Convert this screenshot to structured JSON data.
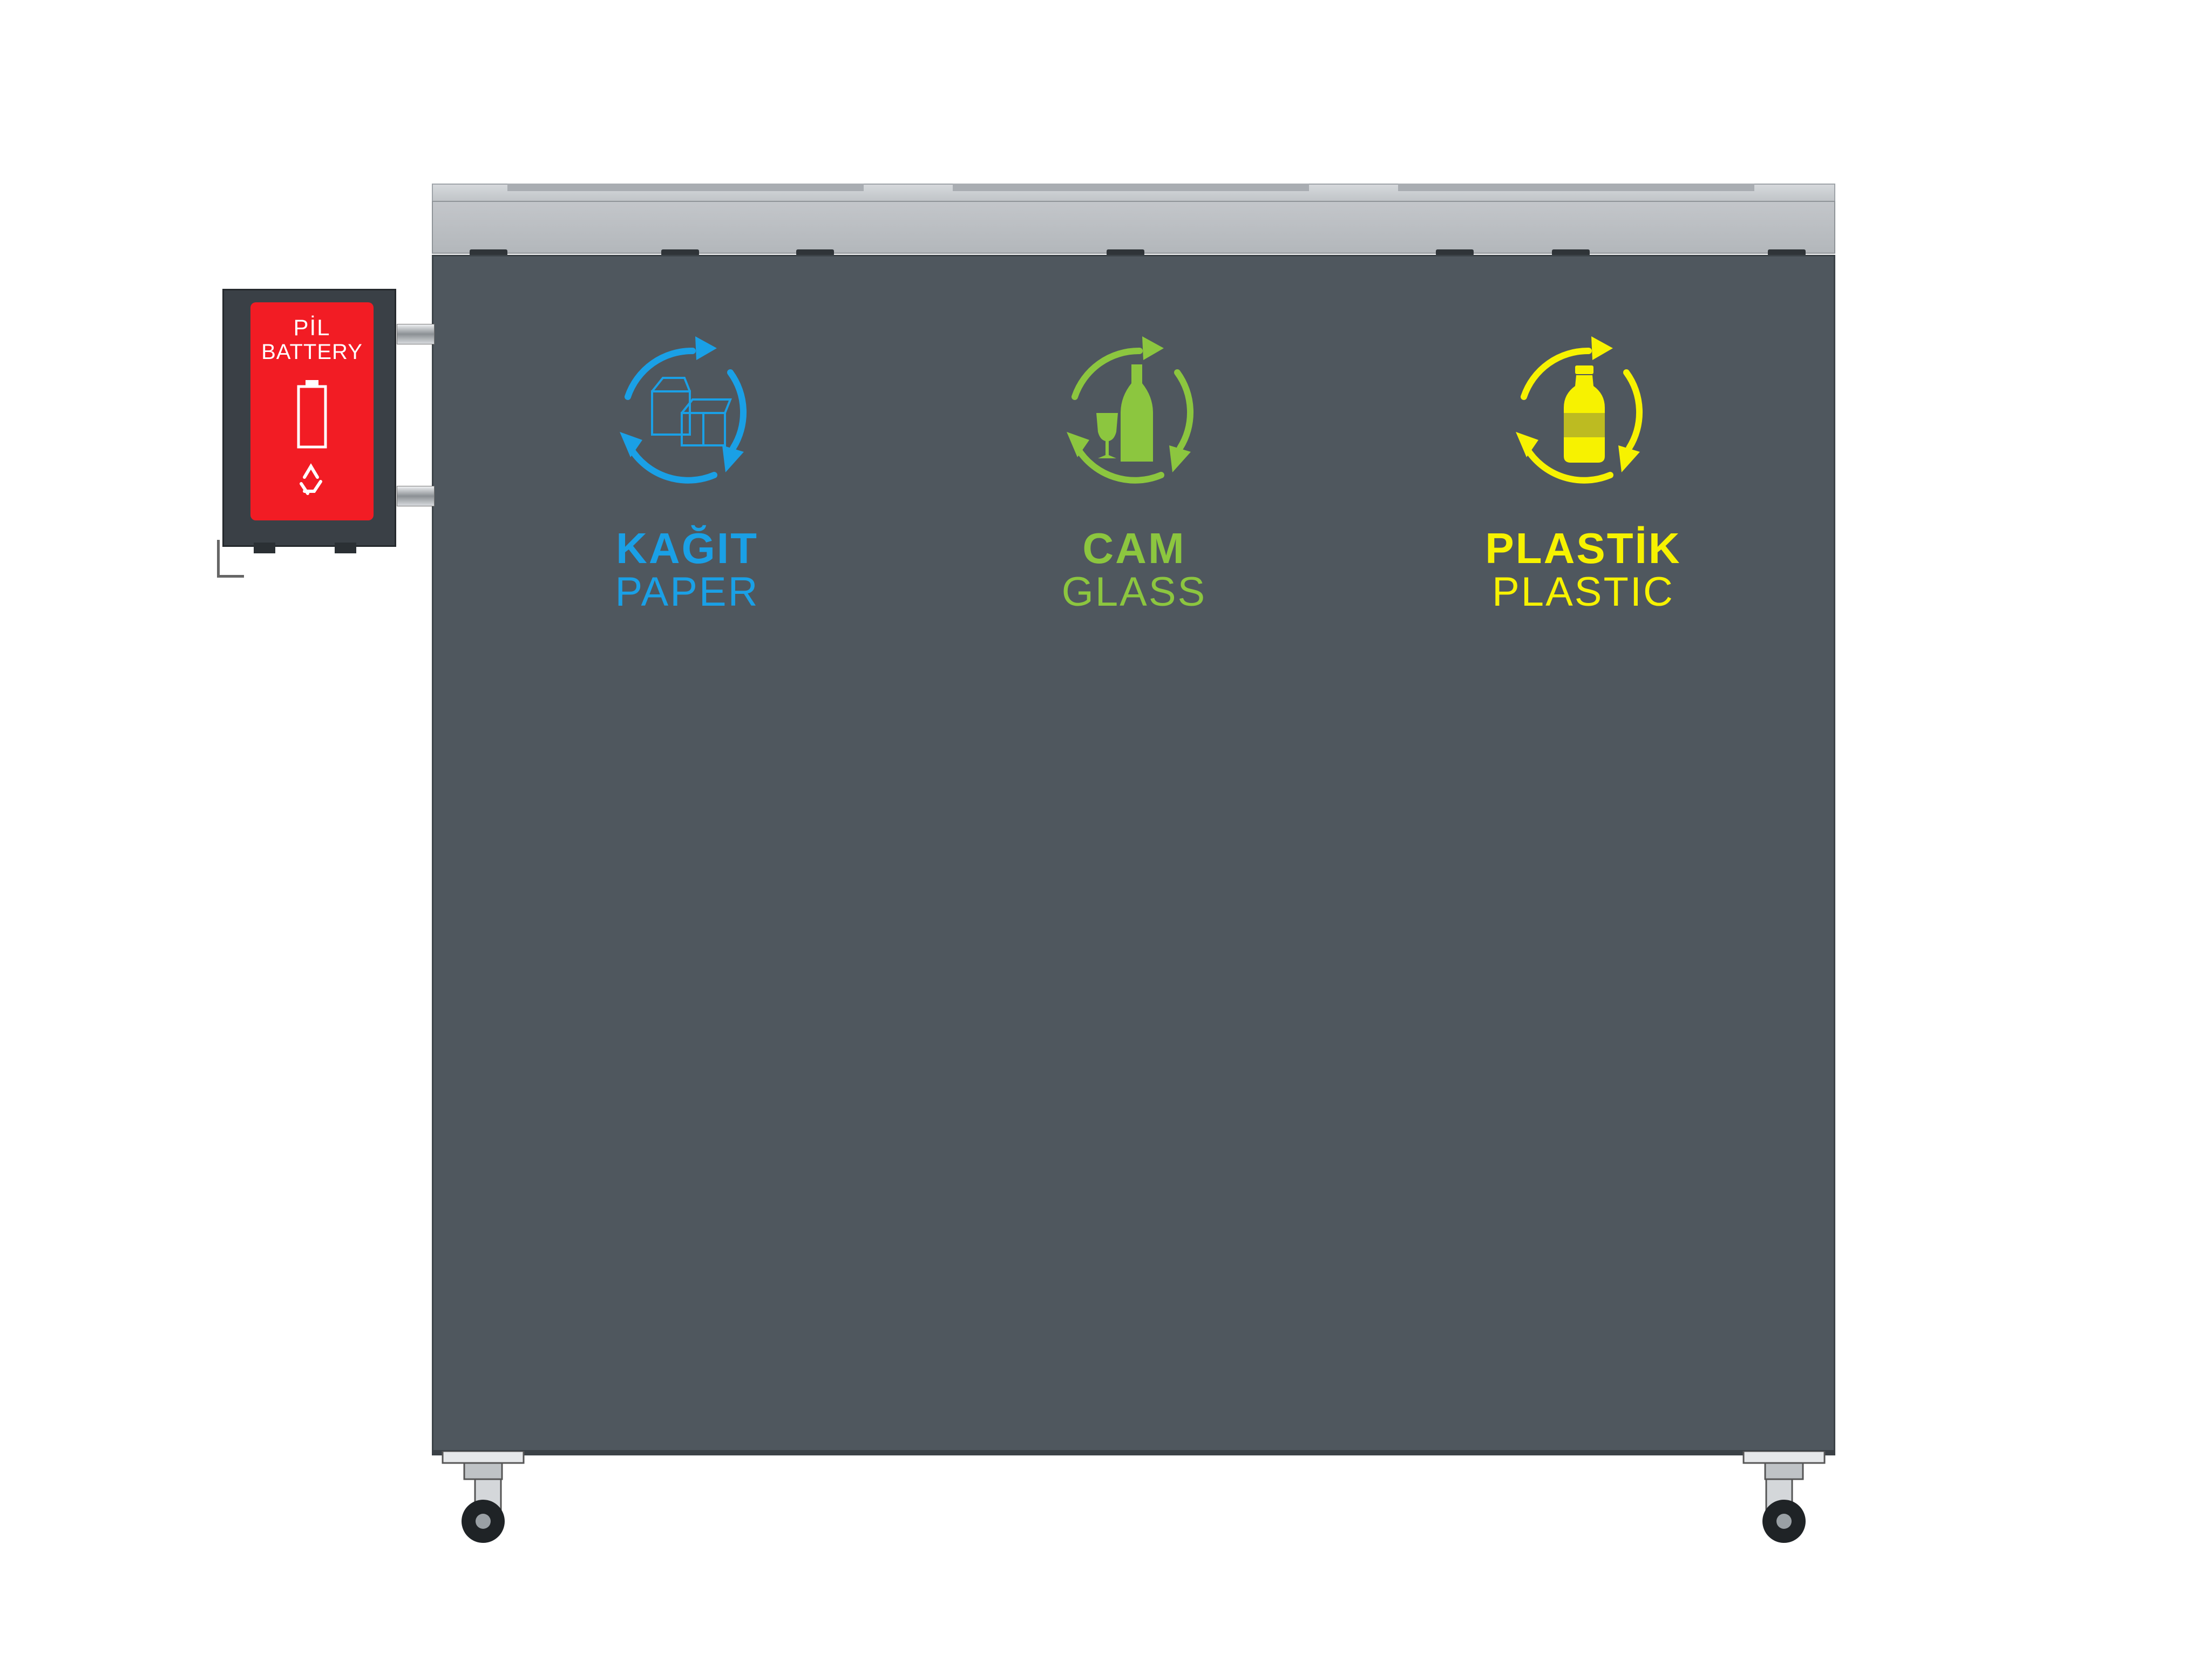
{
  "battery_box": {
    "line1": "PİL",
    "line2": "BATTERY"
  },
  "bins": [
    {
      "key": "paper",
      "label_tr": "KAĞIT",
      "label_en": "PAPER",
      "color": "#1aa0e6"
    },
    {
      "key": "glass",
      "label_tr": "CAM",
      "label_en": "GLASS",
      "color": "#8cc63f"
    },
    {
      "key": "plastic",
      "label_tr": "PLASTİK",
      "label_en": "PLASTIC",
      "color": "#f7f200"
    }
  ],
  "colors": {
    "body": "#4f575e",
    "lid": "#bfc3c7",
    "battery_panel": "#f21c24"
  },
  "icons": [
    "paper-box-icon",
    "glass-bottle-icon",
    "plastic-bottle-icon",
    "battery-icon",
    "recycle-arrows-icon",
    "caster-wheel-icon"
  ]
}
